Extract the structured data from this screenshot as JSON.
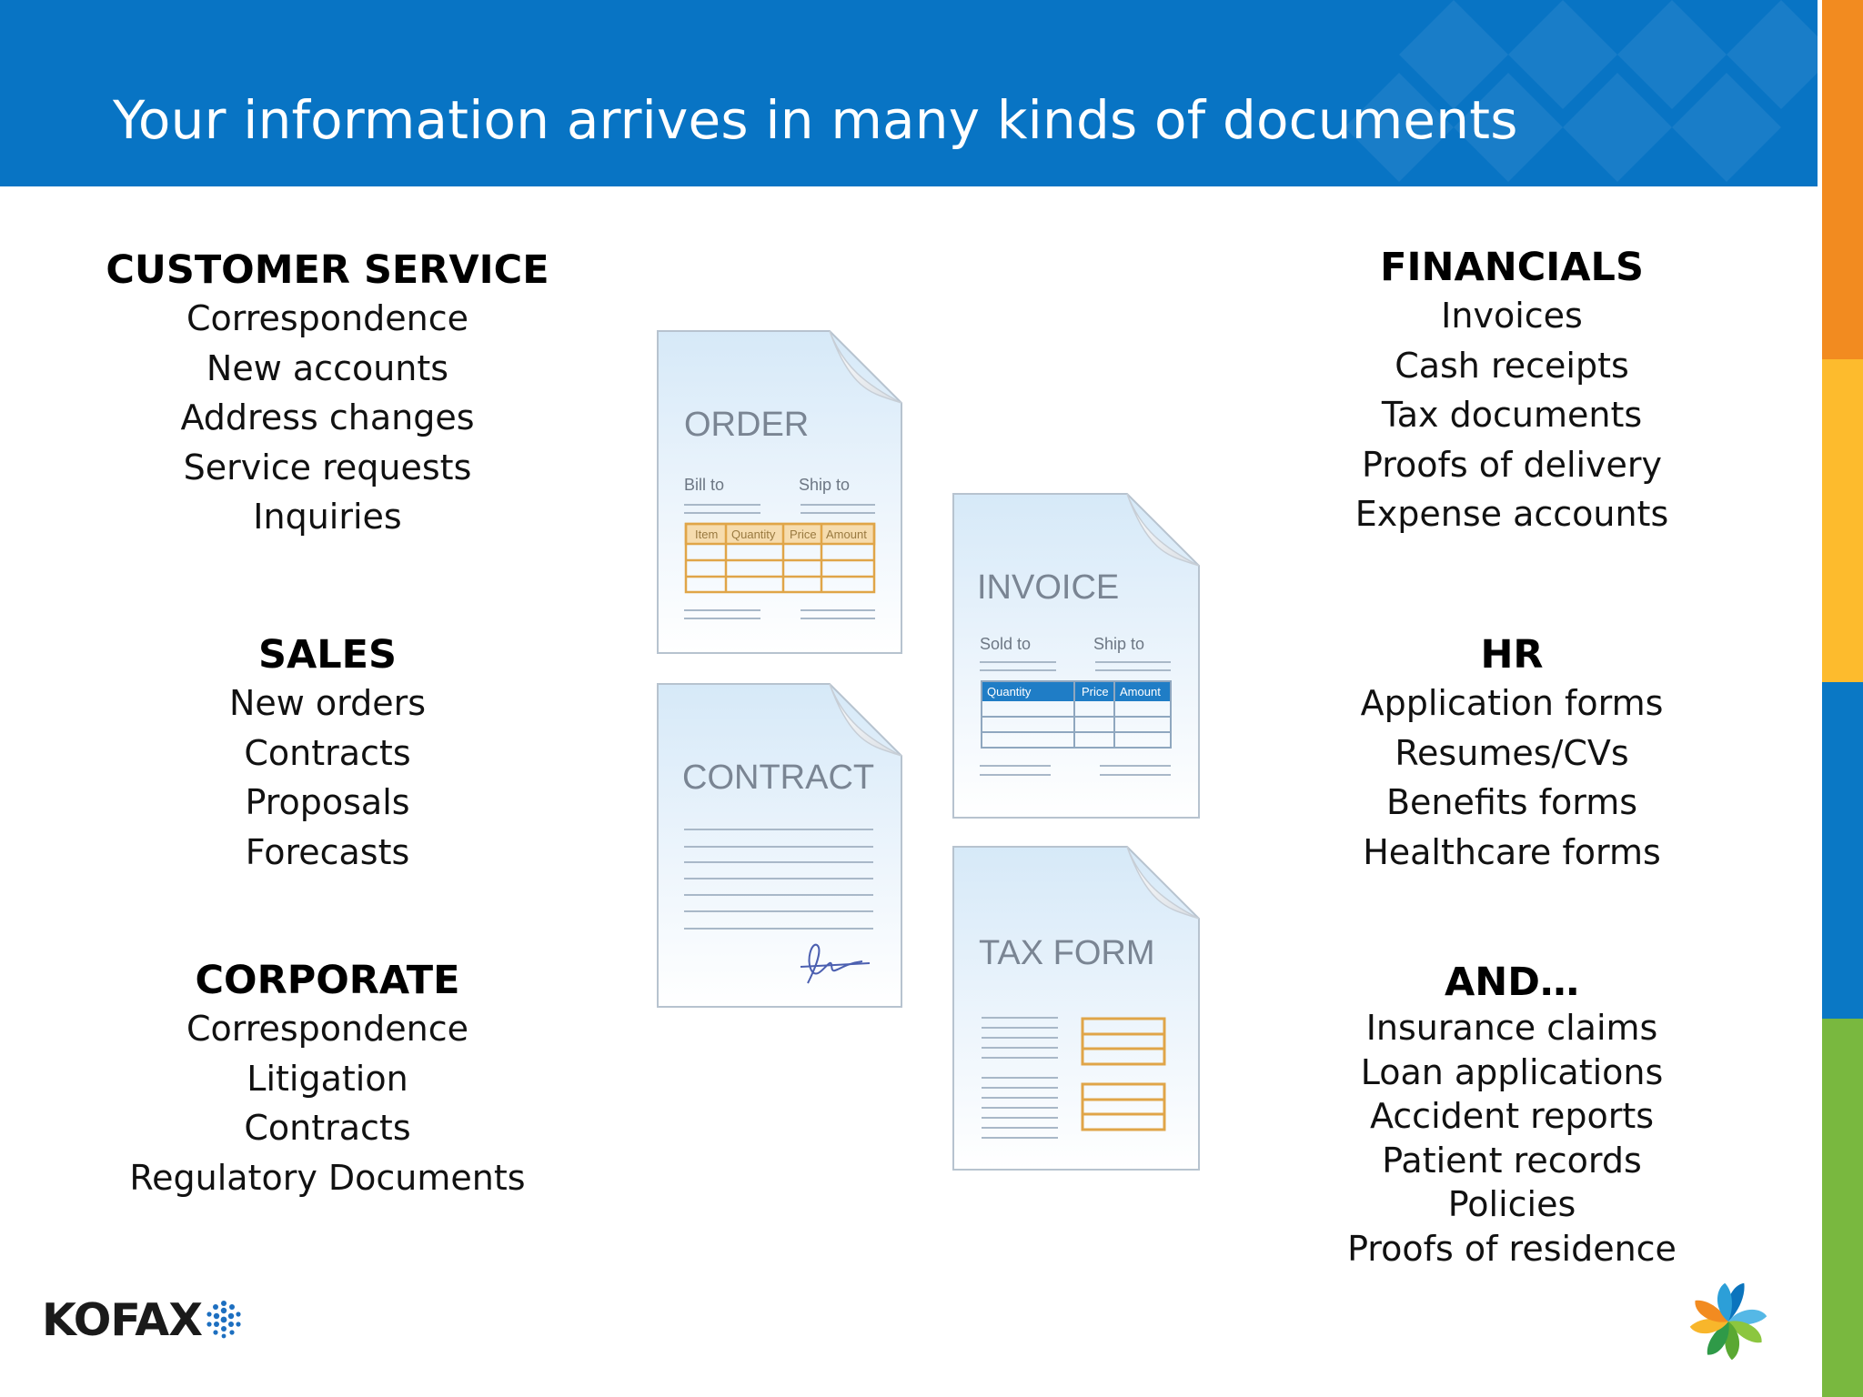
{
  "slide": {
    "title": "Your information arrives in many kinds of documents"
  },
  "colors": {
    "header_blue": "#0874c4",
    "stripe_orange": "#f28b20",
    "stripe_yellow": "#fdbb2d",
    "stripe_blue": "#0a78c5",
    "stripe_green": "#79b83f",
    "doc_table_orange": "#e0a548",
    "doc_table_blue": "#1f7dc6"
  },
  "left_column": [
    {
      "heading": "CUSTOMER SERVICE",
      "items": [
        "Correspondence",
        "New accounts",
        "Address changes",
        "Service requests",
        "Inquiries"
      ]
    },
    {
      "heading": "SALES",
      "items": [
        "New orders",
        "Contracts",
        "Proposals",
        "Forecasts"
      ]
    },
    {
      "heading": "CORPORATE",
      "items": [
        "Correspondence",
        "Litigation",
        "Contracts",
        "Regulatory Documents"
      ]
    }
  ],
  "right_column": [
    {
      "heading": "FINANCIALS",
      "items": [
        "Invoices",
        "Cash receipts",
        "Tax documents",
        "Proofs of delivery",
        "Expense accounts"
      ]
    },
    {
      "heading": "HR",
      "items": [
        "Application forms",
        "Resumes/CVs",
        "Benefits forms",
        "Healthcare forms"
      ]
    },
    {
      "heading": "AND…",
      "items": [
        "Insurance claims",
        "Loan applications",
        "Accident reports",
        "Patient records",
        "Policies",
        "Proofs of residence"
      ]
    }
  ],
  "documents": {
    "order": {
      "title": "ORDER",
      "label_left": "Bill to",
      "label_right": "Ship to",
      "columns": [
        "Item",
        "Quantity",
        "Price",
        "Amount"
      ]
    },
    "invoice": {
      "title": "INVOICE",
      "label_left": "Sold to",
      "label_right": "Ship to",
      "columns": [
        "Quantity",
        "Price",
        "Amount"
      ]
    },
    "contract": {
      "title": "CONTRACT"
    },
    "tax_form": {
      "title": "TAX FORM"
    }
  },
  "logos": {
    "kofax_text": "KOFAX",
    "kofax_icon": "dotted-globe-icon",
    "flower_icon": "pinwheel-flower-icon"
  }
}
